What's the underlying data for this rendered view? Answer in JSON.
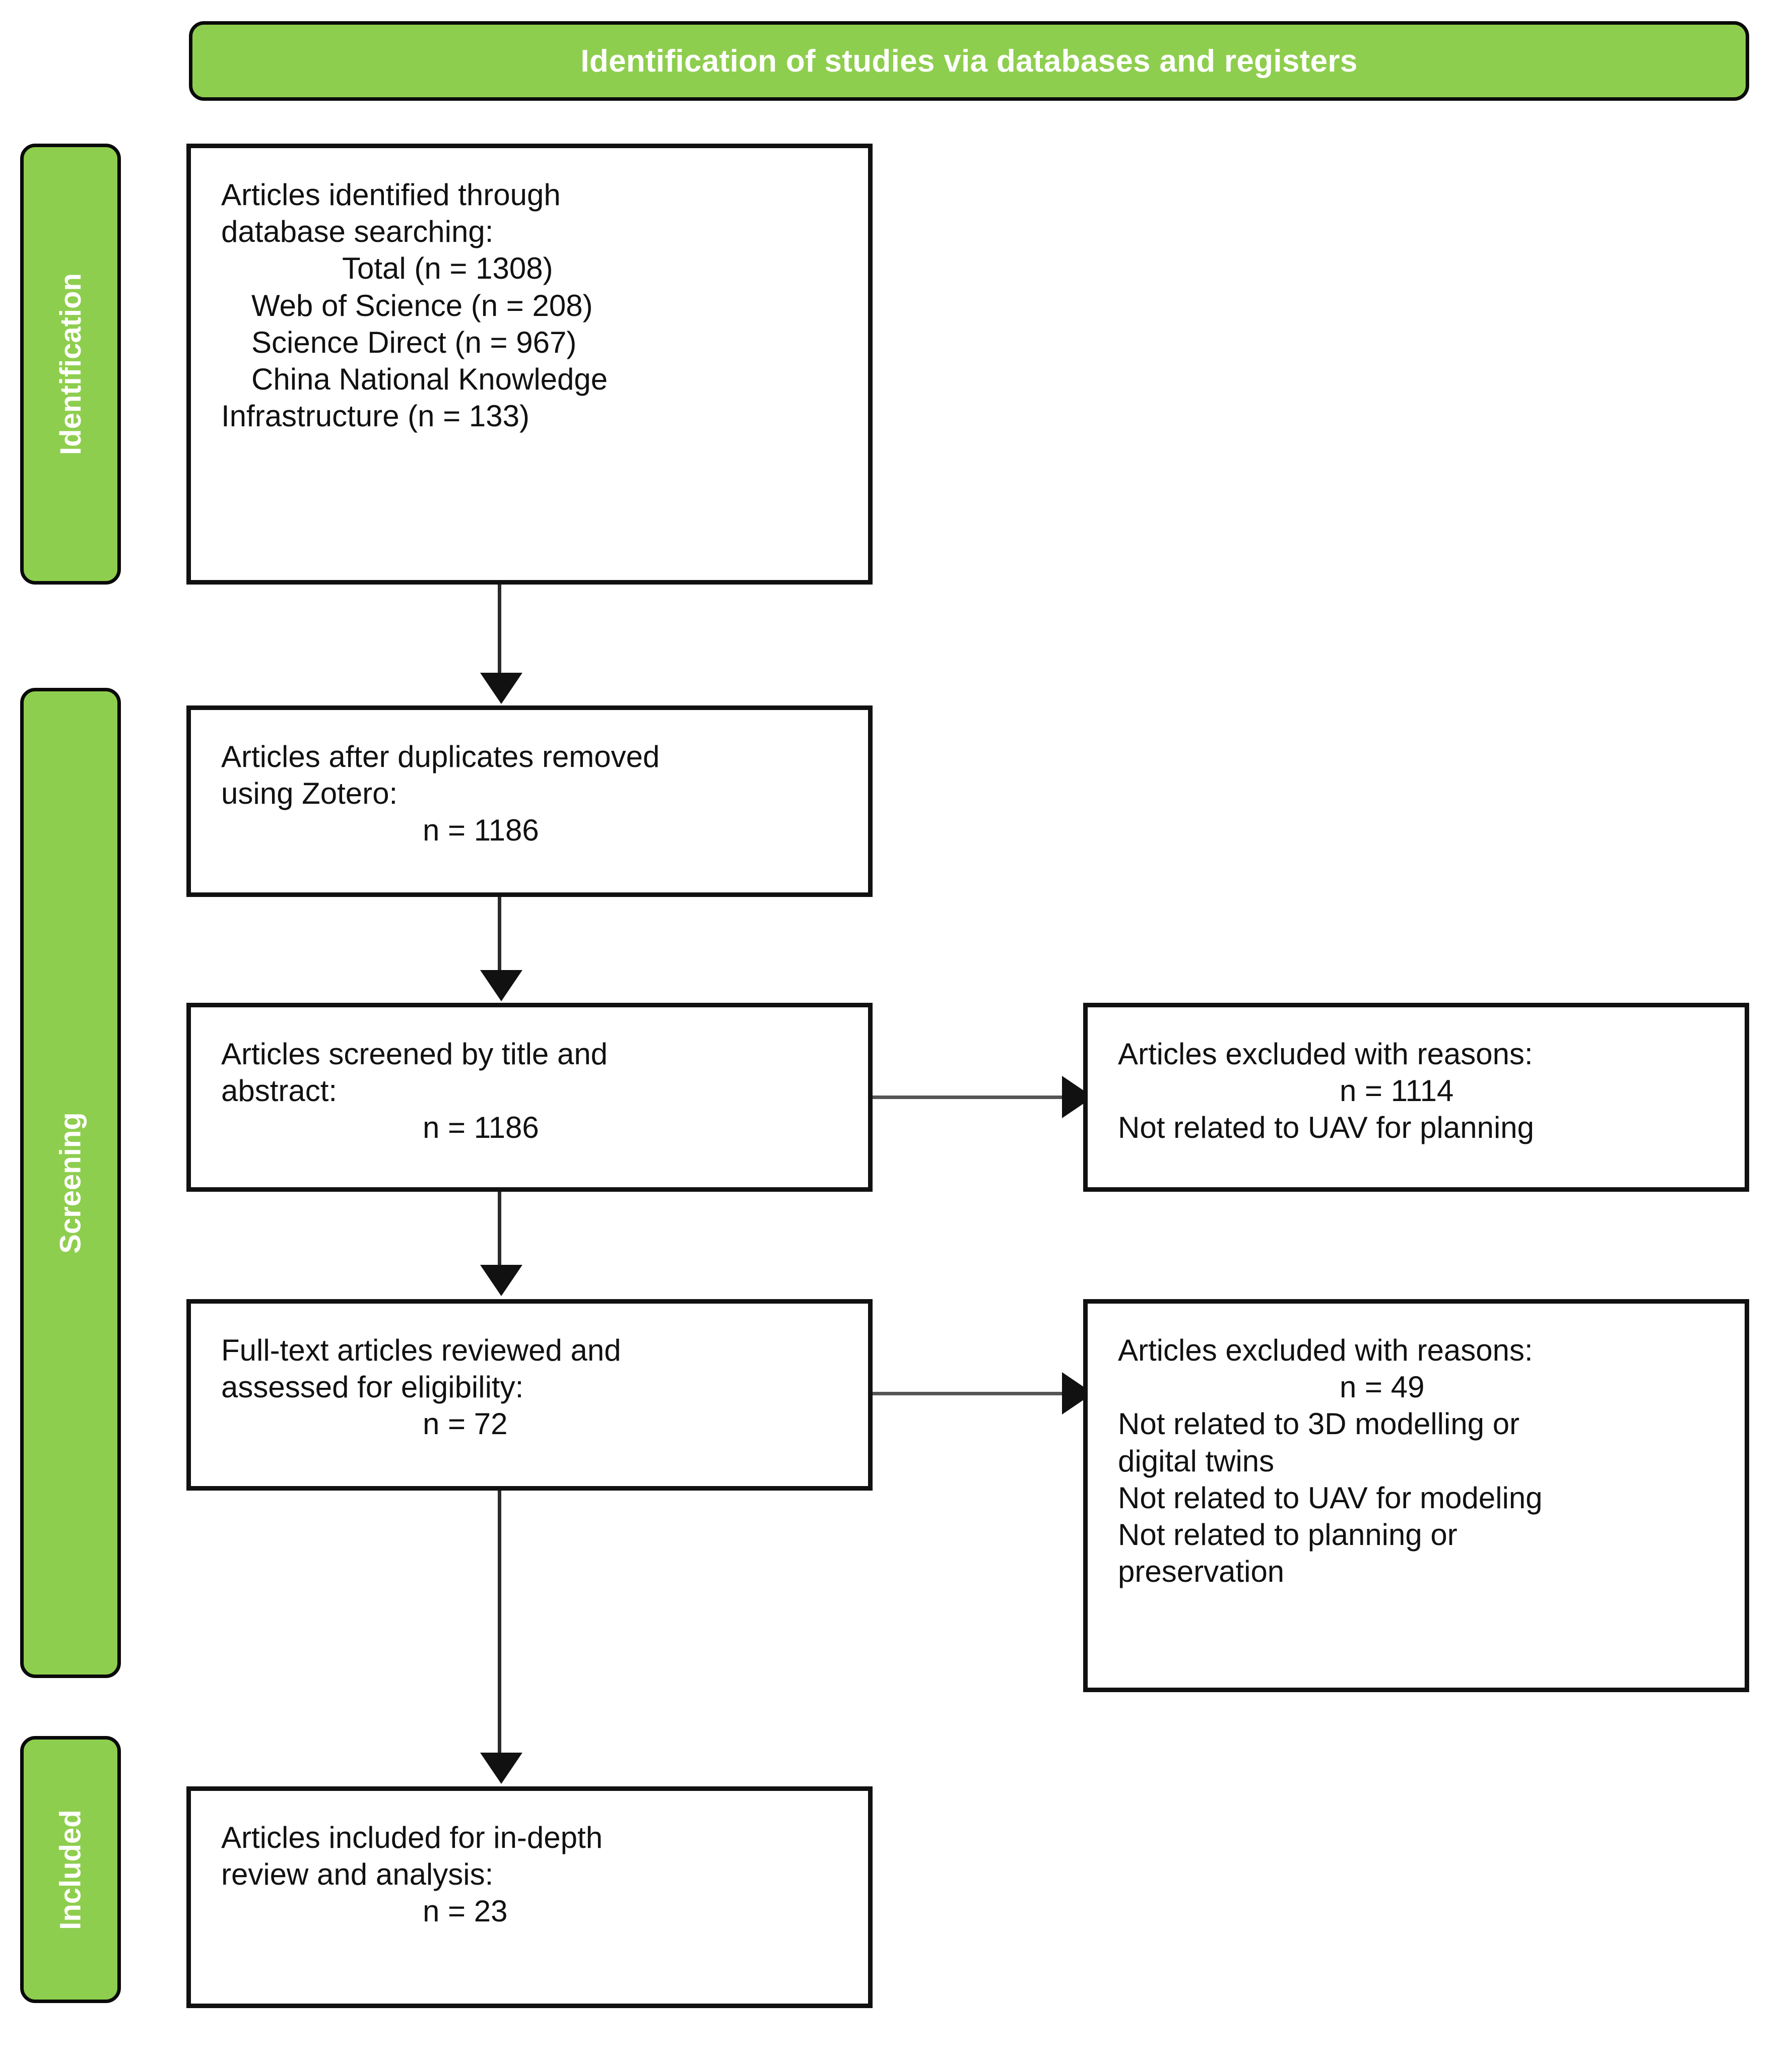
{
  "header": {
    "title": "Identification of studies via databases and registers"
  },
  "stages": [
    {
      "id": "identification",
      "label": "Identification"
    },
    {
      "id": "screening",
      "label": "Screening"
    },
    {
      "id": "included",
      "label": "Included"
    }
  ],
  "boxes": {
    "identified": {
      "lines": [
        "Articles identified through",
        "database searching:",
        "Total (n = 1308)",
        "Web of Science (n = 208)",
        "Science Direct (n = 967)",
        "China National Knowledge",
        "Infrastructure (n = 133)"
      ]
    },
    "duplicates": {
      "lines": [
        "Articles after duplicates removed",
        "using Zotero:",
        "n = 1186"
      ]
    },
    "screened": {
      "lines": [
        "Articles screened by title and",
        "abstract:",
        "n = 1186"
      ]
    },
    "excluded_screening": {
      "lines": [
        "Articles excluded with reasons:",
        "n = 1114",
        "Not related to UAV for planning"
      ]
    },
    "fulltext": {
      "lines": [
        "Full-text articles reviewed and",
        "assessed for eligibility:",
        "n = 72"
      ]
    },
    "excluded_eligibility": {
      "lines": [
        "Articles excluded with reasons:",
        "n = 49",
        "Not related to 3D modelling or",
        "digital twins",
        "Not related to UAV for modeling",
        "Not related to planning or",
        "preservation"
      ]
    },
    "included": {
      "lines": [
        "Articles included for in-depth",
        "review and analysis:",
        "n = 23"
      ]
    }
  },
  "colors": {
    "green": "#8ECE4E",
    "border": "#111111",
    "header_text": "#ffffff"
  }
}
